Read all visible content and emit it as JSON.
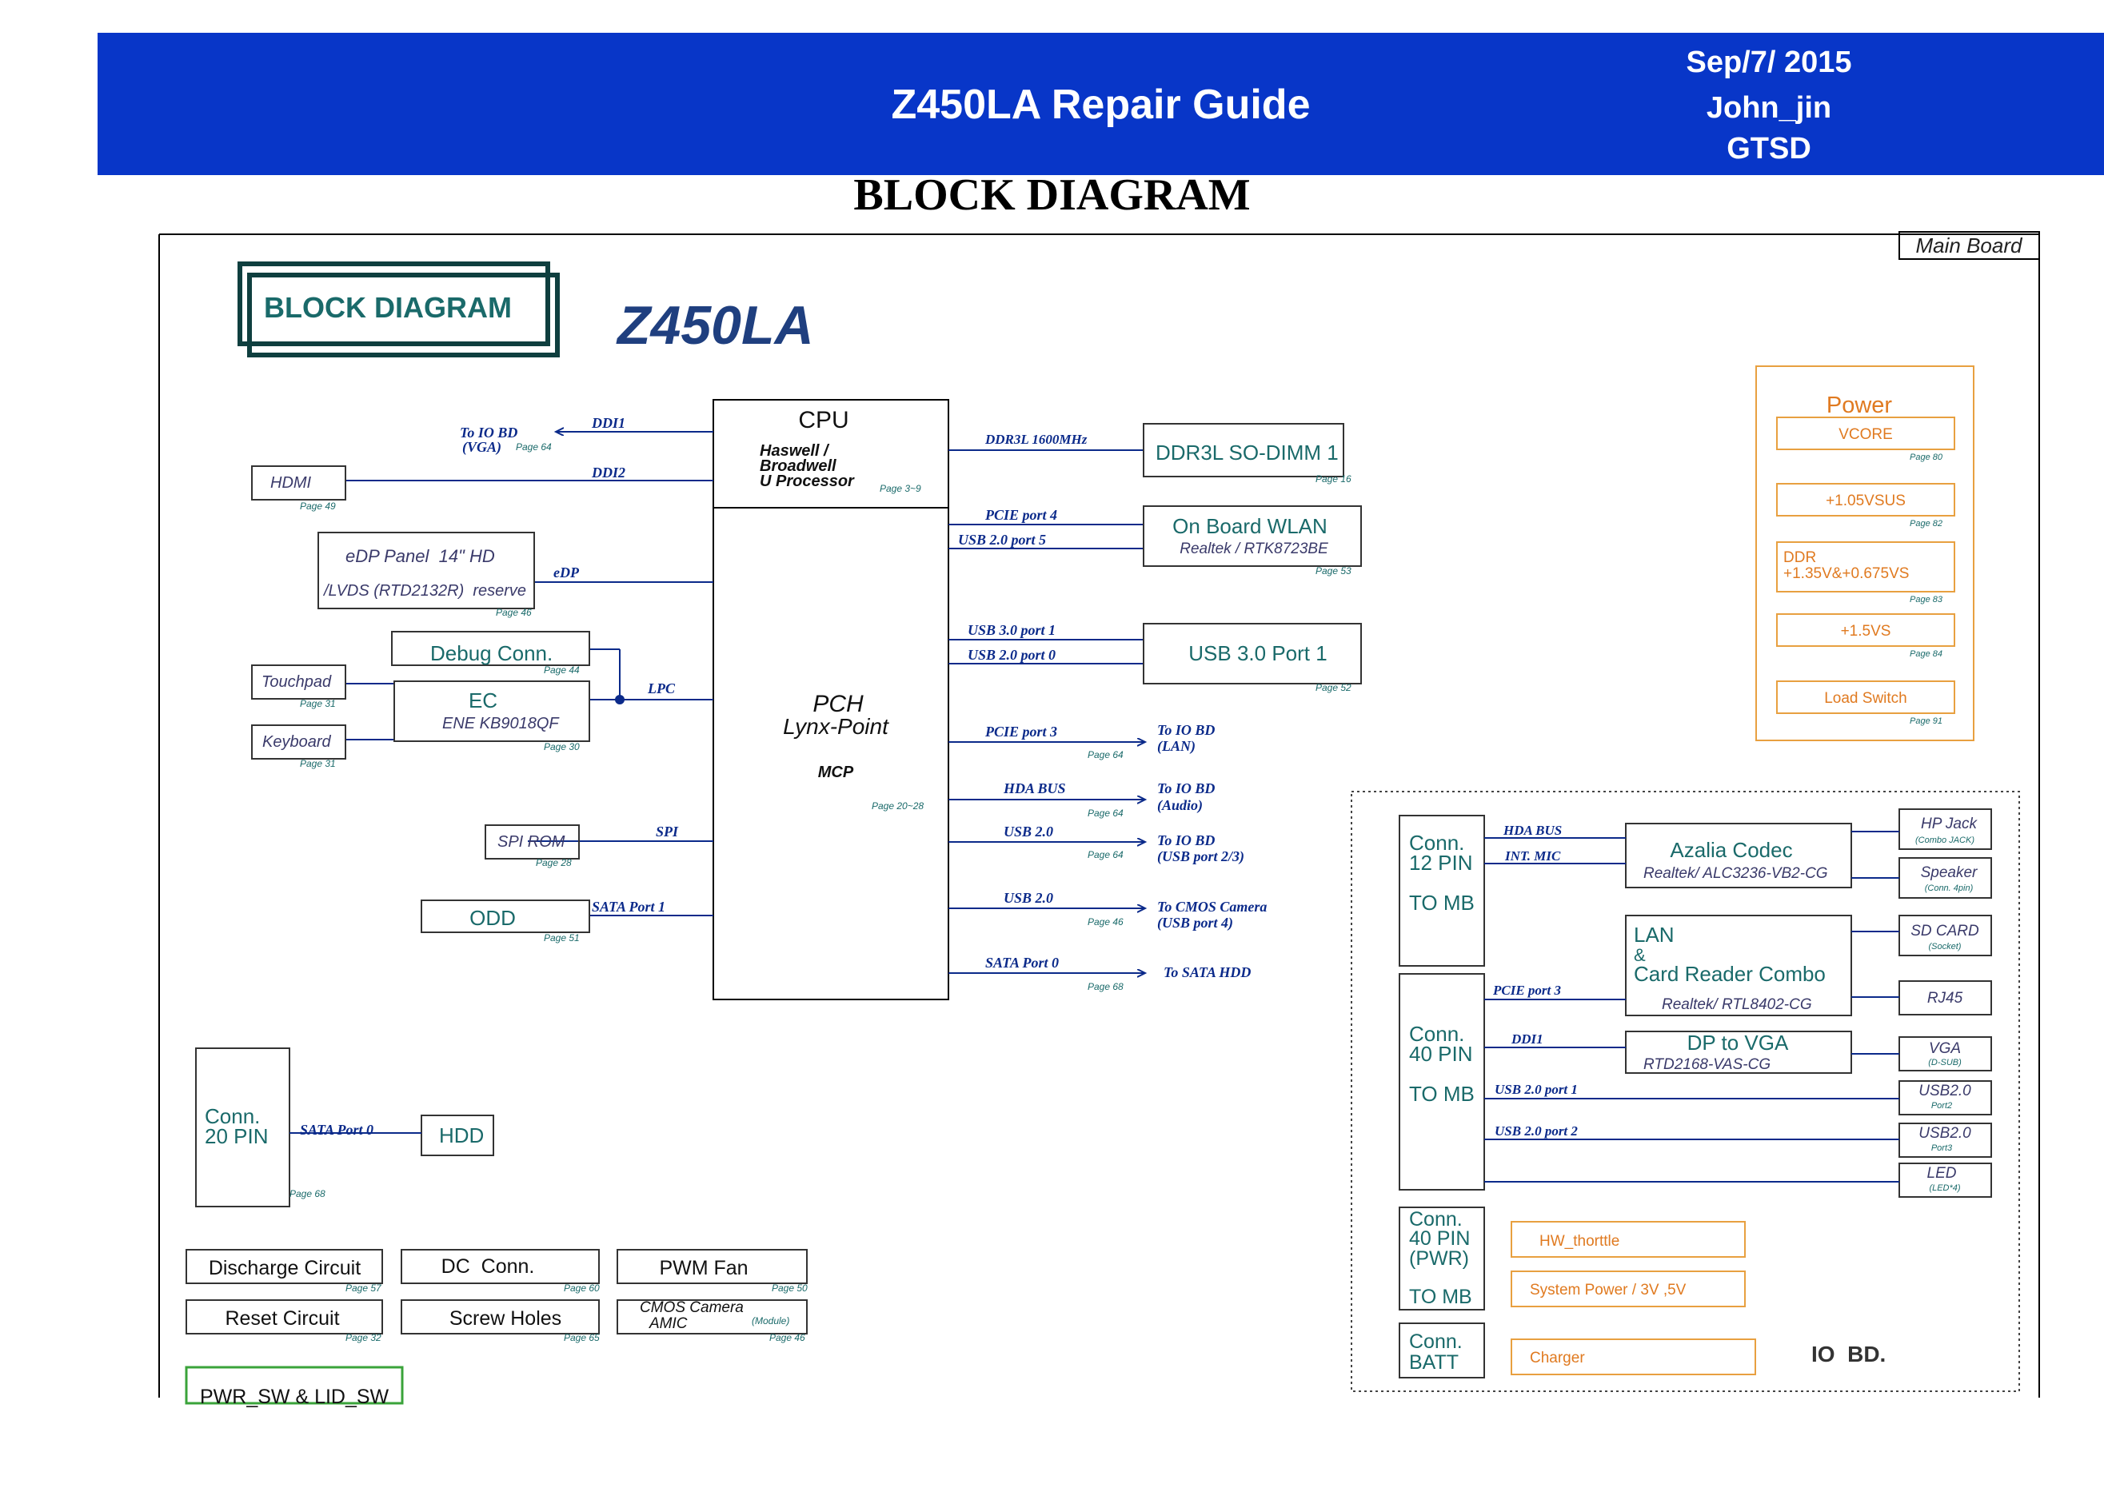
{
  "header": {
    "title": "Z450LA Repair Guide",
    "date": "Sep/7/ 2015",
    "author": "John_jin",
    "dept": "GTSD"
  },
  "page_heading": "BLOCK DIAGRAM",
  "diagram": {
    "main_board_label": "Main Board",
    "block_diagram_badge": "BLOCK DIAGRAM",
    "model": "Z450LA",
    "cpu": {
      "title": "CPU",
      "sub1": "Haswell /",
      "sub2": "Broadwell",
      "sub3": "U Processor",
      "page": "Page 3~9"
    },
    "pch": {
      "title": "PCH",
      "sub": "Lynx-Point",
      "mcp": "MCP",
      "page": "Page 20~28"
    },
    "left": {
      "to_io_vga_1": "To IO BD",
      "to_io_vga_2": "(VGA)",
      "to_io_vga_page": "Page 64",
      "ddi1": "DDI1",
      "hdmi": "HDMI",
      "hdmi_page": "Page 49",
      "ddi2": "DDI2",
      "edp_1": "eDP Panel  14\" HD",
      "edp_2": "/LVDS (RTD2132R)  reserve",
      "edp_page": "Page 46",
      "edp_sig": "eDP",
      "debug": "Debug Conn.",
      "debug_page": "Page 44",
      "touchpad": "Touchpad",
      "touchpad_page": "Page 31",
      "ec_1": "EC",
      "ec_2": "ENE KB9018QF",
      "ec_page": "Page 30",
      "lpc": "LPC",
      "keyboard": "Keyboard",
      "keyboard_page": "Page 31",
      "spi_rom": "SPI ROM",
      "spi_rom_page": "Page 28",
      "spi": "SPI",
      "odd": "ODD",
      "odd_page": "Page 51",
      "sata_port1": "SATA Port 1"
    },
    "right": {
      "ddr3l_sig": "DDR3L 1600MHz",
      "ddr": "DDR3L SO-DIMM 1",
      "ddr_page": "Page 16",
      "pcie4": "PCIE port 4",
      "usb20_5": "USB 2.0 port 5",
      "wlan_1": "On Board WLAN",
      "wlan_2": "Realtek / RTK8723BE",
      "wlan_page": "Page 53",
      "usb30_1": "USB 3.0 port 1",
      "usb20_0": "USB 2.0 port 0",
      "usb_port": "USB 3.0 Port 1",
      "usb_page": "Page 52",
      "pcie3": "PCIE port 3",
      "lan_1": "To IO BD",
      "lan_2": "(LAN)",
      "lan_page": "Page 64",
      "hda": "HDA BUS",
      "audio_1": "To IO BD",
      "audio_2": "(Audio)",
      "audio_page": "Page 64",
      "usb20_a": "USB 2.0",
      "usb23_1": "To IO BD",
      "usb23_2": "(USB port 2/3)",
      "usb23_page": "Page 64",
      "usb20_b": "USB 2.0",
      "cam_1": "To CMOS Camera",
      "cam_2": "(USB port 4)",
      "cam_page": "Page 46",
      "sata0": "SATA Port 0",
      "hdd_to": "To SATA HDD",
      "hdd_page": "Page 68"
    },
    "bottom": {
      "conn20_1": "Conn.",
      "conn20_2": "20 PIN",
      "conn20_page": "Page 68",
      "sata_port0": "SATA Port 0",
      "hdd": "HDD",
      "discharge": "Discharge Circuit",
      "discharge_page": "Page 57",
      "dc_conn": "DC  Conn.",
      "dc_page": "Page 60",
      "pwm_fan": "PWM Fan",
      "pwm_page": "Page 50",
      "reset": "Reset Circuit",
      "reset_page": "Page 32",
      "screw": "Screw Holes",
      "screw_page": "Page 65",
      "cmos_1": "CMOS Camera",
      "cmos_2": "AMIC",
      "cmos_module": "(Module)",
      "cmos_page": "Page 46",
      "pwr_sw": "PWR_SW & LID_SW"
    },
    "power": {
      "title": "Power",
      "items": [
        {
          "label": "VCORE",
          "page": "Page 80"
        },
        {
          "label": "+1.05VSUS",
          "page": "Page 82"
        },
        {
          "label": "DDR",
          "label2": "+1.35V&+0.675VS",
          "page": "Page 83"
        },
        {
          "label": "+1.5VS",
          "page": "Page 84"
        },
        {
          "label": "Load Switch",
          "page": "Page 91"
        }
      ]
    },
    "io": {
      "conn12_1": "Conn.",
      "conn12_2": "12 PIN",
      "conn12_3": "TO MB",
      "hda": "HDA BUS",
      "int_mic": "INT. MIC",
      "azalia_1": "Azalia Codec",
      "azalia_2": "Realtek/ ALC3236-VB2-CG",
      "hp_1": "HP Jack",
      "hp_2": "(Combo JACK)",
      "spk_1": "Speaker",
      "spk_2": "(Conn. 4pin)",
      "lan_1": "LAN",
      "lan_2": "&",
      "lan_3": "Card Reader Combo",
      "lan_4": "Realtek/ RTL8402-CG",
      "sd_1": "SD CARD",
      "sd_2": "(Socket)",
      "rj45": "RJ45",
      "conn40_1": "Conn.",
      "conn40_2": "40 PIN",
      "conn40_3": "TO MB",
      "pcie3": "PCIE port 3",
      "ddi1": "DDI1",
      "dpvga_1": "DP to VGA",
      "dpvga_2": "RTD2168-VAS-CG",
      "vga_1": "VGA",
      "vga_2": "(D-SUB)",
      "usb_p1": "USB 2.0 port 1",
      "usb2_a1": "USB2.0",
      "usb2_a2": "Port2",
      "usb_p2": "USB 2.0 port 2",
      "usb2_b1": "USB2.0",
      "usb2_b2": "Port3",
      "led_1": "LED",
      "led_2": "(LED*4)",
      "pwr_1": "Conn.",
      "pwr_2": "40 PIN",
      "pwr_3": "(PWR)",
      "pwr_4": "TO MB",
      "hw": "HW_thorttle",
      "sys": "System Power / 3V ,5V",
      "batt_1": "Conn.",
      "batt_2": "BATT",
      "charger": "Charger",
      "io_bd": "IO  BD."
    }
  }
}
